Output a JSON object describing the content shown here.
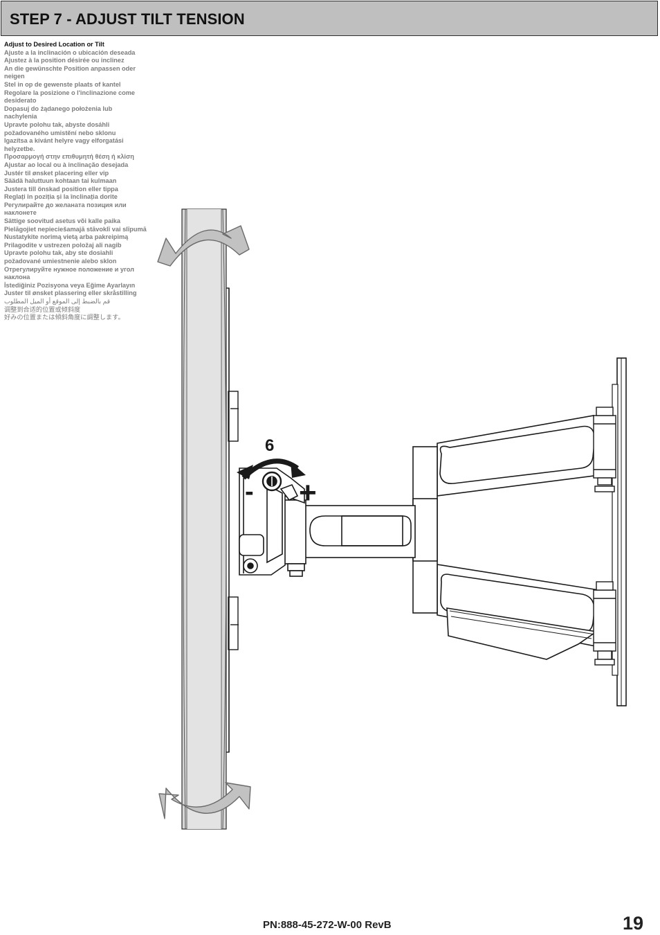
{
  "header": {
    "title": "STEP 7 - ADJUST TILT TENSION"
  },
  "instructions": [
    "Adjust to Desired Location or Tilt",
    "Ajuste a la inclinación o ubicación deseada",
    "Ajustez à la position désirée ou inclinez",
    "An die gewünschte Position anpassen oder neigen",
    "Stel in op de gewenste plaats of kantel",
    "Regolare la posizione o l'inclinazione come desiderato",
    "Dopasuj do żądanego położenia lub nachylenia",
    "Upravte polohu tak, abyste dosáhli požadovaného umistění nebo sklonu",
    "Igazítsa a kívánt helyre vagy elforgatási helyzetbe.",
    "Προσαρμογή στην επιθυμητή θέση ή κλίση",
    "Ajustar ao local ou à inclinação  desejada",
    "Justér til ønsket placering eller vip",
    "Säädä haluttuun kohtaan tai kulmaan",
    "Justera till önskad position eller tippa",
    "Reglați în poziția și la înclinația dorite",
    "Регулирайте до желаната позиция или наклонете",
    "Sättige soovitud asetus või kalle paika",
    "Pielāgojiet nepieciešamajā stāvoklī vai slīpumā",
    "Nustatykite norimą vietą arba pakreipimą",
    "Prilagodite v ustrezen položaj ali nagib",
    "Upravte polohu tak, aby ste dosiahli požadované umiestnenie alebo sklon",
    "Отрегулируйте нужное положение и угол наклона",
    "İstediğiniz Pozisyona veya Eğime Ayarlayın",
    "Juster til ønsket plassering eller skråstilling",
    "قم بالضبط إلى الموقع أو الميل المطلوب",
    "调整到合适的位置或倾斜度",
    "好みの位置または傾斜角度に調整します。"
  ],
  "diagram": {
    "step_number": "6",
    "minus_symbol": "-",
    "plus_symbol": "+",
    "icons": [
      "tilt-rotation-arrow-top-icon",
      "tilt-rotation-arrow-bottom-icon",
      "tension-adjust-arrow-icon"
    ]
  },
  "footer": {
    "part_number": "PN:888-45-272-W-00 RevB",
    "page_number": "19"
  },
  "colors": {
    "header_bg": "#c0bfbf",
    "tv_panel_fill": "#d7d7d7",
    "arrow_fill": "#c2c2c2",
    "line": "#1a1a1a",
    "text_primary": "#111111",
    "text_secondary": "#7c7c7c"
  }
}
